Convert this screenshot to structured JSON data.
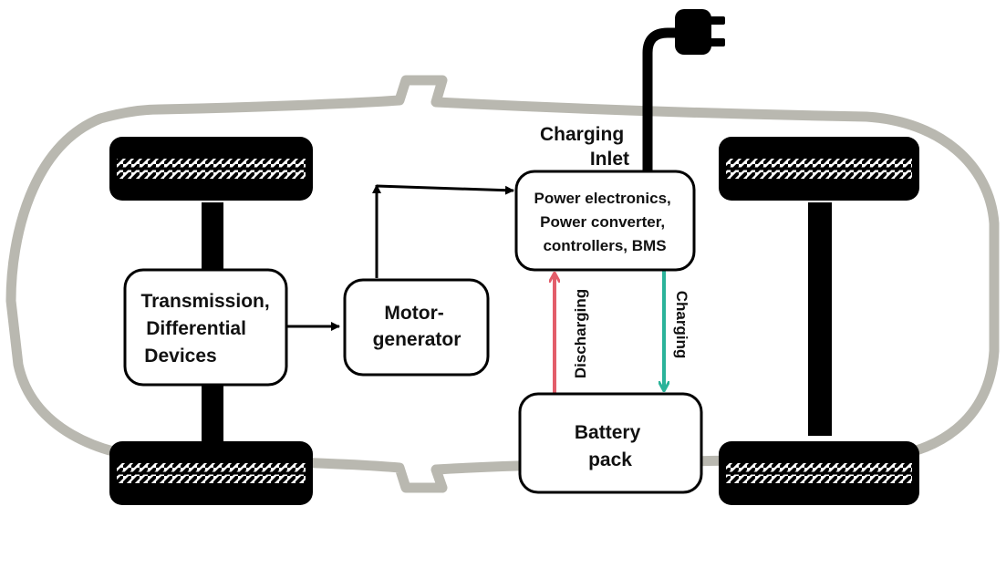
{
  "colors": {
    "car_outline": "#b9b8b0",
    "line": "#000000",
    "discharging_arrow": "#e35d6a",
    "charging_arrow": "#2bb39a"
  },
  "charging_inlet": {
    "line1": "Charging",
    "line2": "Inlet"
  },
  "nodes": {
    "transmission": {
      "line1": "Transmission,",
      "line2": "Differential",
      "line3": "Devices"
    },
    "motor": {
      "line1": "Motor-",
      "line2": "generator"
    },
    "power": {
      "line1": "Power electronics,",
      "line2": "Power converter,",
      "line3": "controllers, BMS"
    },
    "battery": {
      "line1": "Battery",
      "line2": "pack"
    }
  },
  "edges": {
    "discharging": "Discharging",
    "charging": "Charging"
  },
  "icons": [
    "plug-icon",
    "tire-icon",
    "car-outline"
  ]
}
